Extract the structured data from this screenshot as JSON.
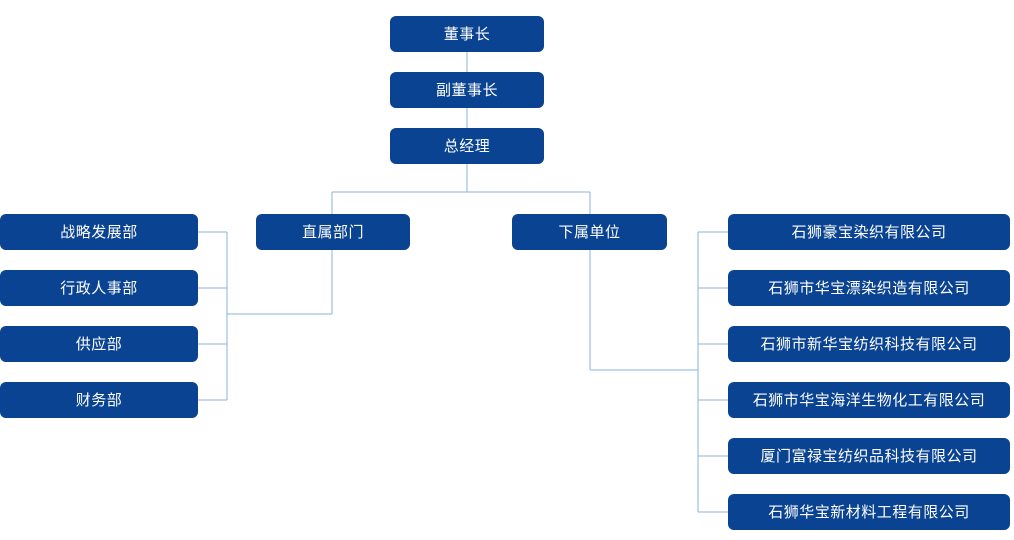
{
  "theme": {
    "node_fill": "#0a4391",
    "node_text": "#ffffff",
    "connector": "#8ab4d8",
    "background": "#ffffff"
  },
  "chart_title": "",
  "hierarchy": {
    "top_chain": [
      {
        "label": "董事长"
      },
      {
        "label": "副董事长"
      },
      {
        "label": "总经理"
      }
    ],
    "branches": [
      {
        "label": "直属部门"
      },
      {
        "label": "下属单位"
      }
    ],
    "departments": [
      {
        "label": "战略发展部"
      },
      {
        "label": "行政人事部"
      },
      {
        "label": "供应部"
      },
      {
        "label": "财务部"
      }
    ],
    "companies": [
      {
        "label": "石狮豪宝染织有限公司"
      },
      {
        "label": "石狮市华宝漂染织造有限公司"
      },
      {
        "label": "石狮市新华宝纺织科技有限公司"
      },
      {
        "label": "石狮市华宝海洋生物化工有限公司"
      },
      {
        "label": "厦门富禄宝纺织品科技有限公司"
      },
      {
        "label": "石狮华宝新材料工程有限公司"
      }
    ]
  }
}
